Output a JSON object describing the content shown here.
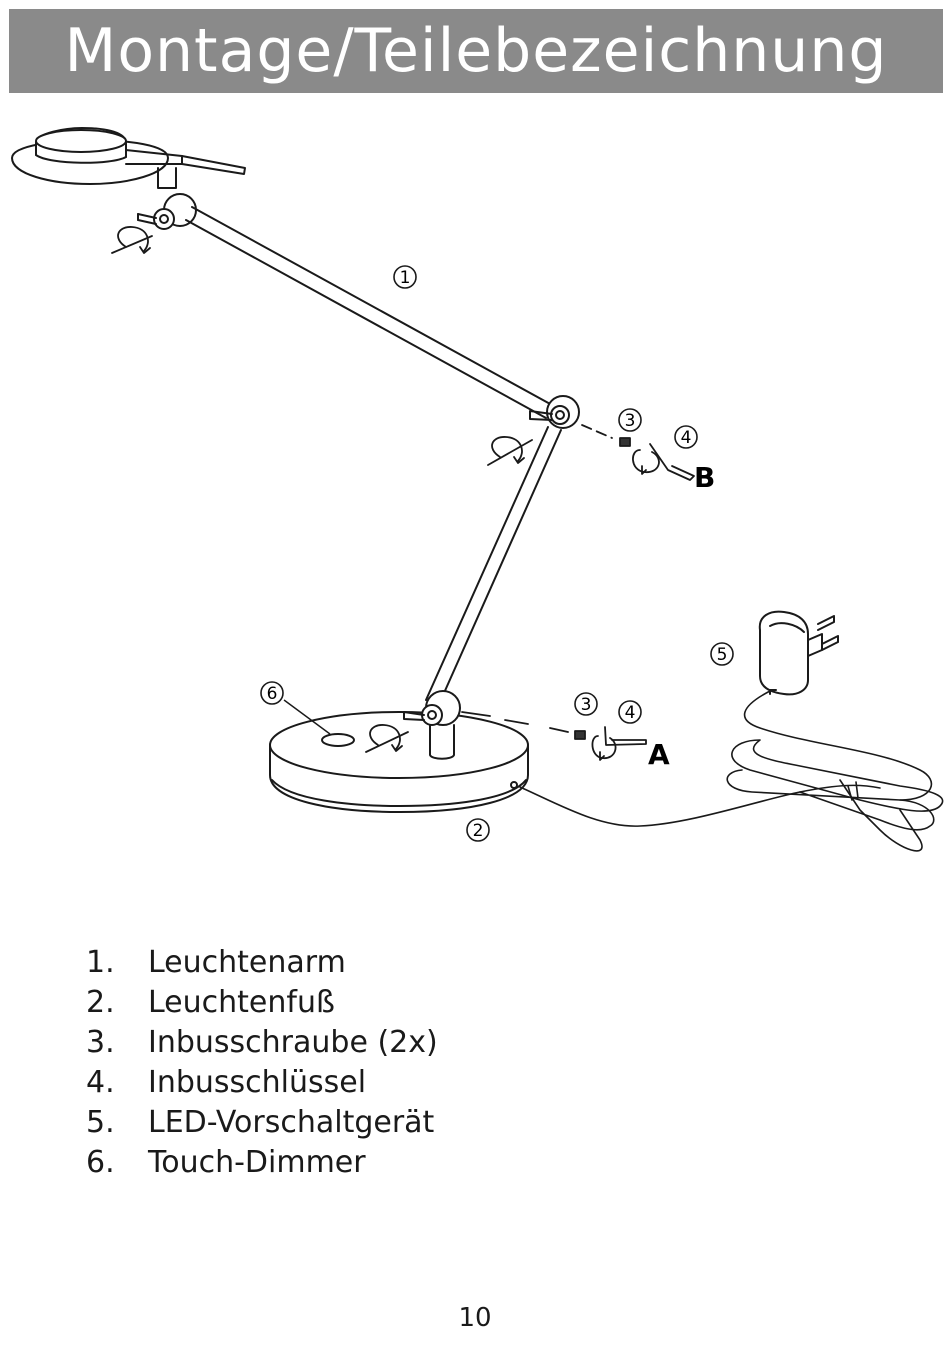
{
  "header": {
    "title": "Montage/Teilebezeichnung"
  },
  "diagram": {
    "callouts": {
      "arm": "1",
      "base": "2",
      "screw_b": "3",
      "key_b": "4",
      "screw_a": "3",
      "key_a": "4",
      "driver": "5",
      "dimmer": "6"
    },
    "letters": {
      "upper_joint": "B",
      "lower_joint": "A"
    }
  },
  "parts_list": [
    {
      "num": "1.",
      "label": "Leuchtenarm"
    },
    {
      "num": "2.",
      "label": "Leuchtenfuß"
    },
    {
      "num": "3.",
      "label": "Inbusschraube (2x)"
    },
    {
      "num": "4.",
      "label": "Inbusschlüssel"
    },
    {
      "num": "5.",
      "label": "LED-Vorschaltgerät"
    },
    {
      "num": "6.",
      "label": "Touch-Dimmer"
    }
  ],
  "footer": {
    "page_number": "10"
  }
}
